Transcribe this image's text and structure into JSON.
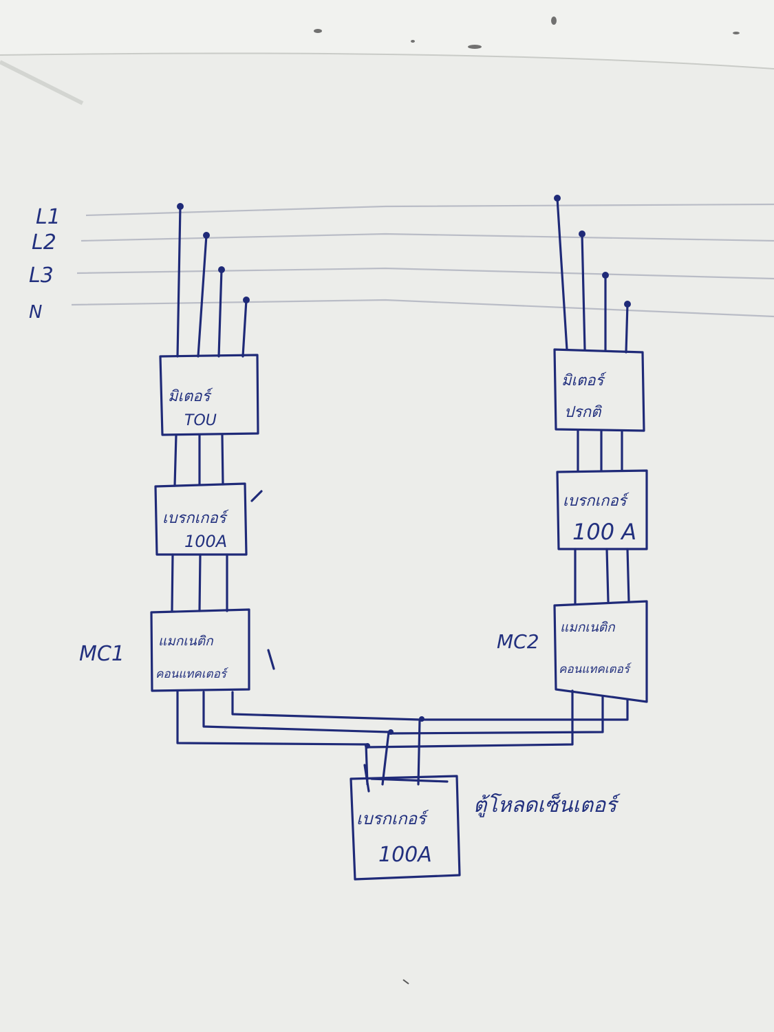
{
  "colors": {
    "paper": "#ecedea",
    "ruled_line": "#b9bcc6",
    "ink": "#1f2a78"
  },
  "bus_labels": [
    "L1",
    "L2",
    "L3",
    "N"
  ],
  "left_chain": {
    "meter": [
      "มิเตอร์",
      "TOU"
    ],
    "breaker": [
      "เบรกเกอร์",
      "100A"
    ],
    "contactor_id": "MC1",
    "contactor": [
      "แมกเนติก",
      "คอนแทคเตอร์"
    ]
  },
  "right_chain": {
    "meter": [
      "มิเตอร์",
      "ปรกติ"
    ],
    "breaker": [
      "เบรกเกอร์",
      "100 A"
    ],
    "contactor_id": "MC2",
    "contactor": [
      "แมกเนติก",
      "คอนแทคเตอร์"
    ]
  },
  "load": {
    "breaker": [
      "เบรกเกอร์",
      "100A"
    ],
    "cabinet_label": "ตู้โหลดเซ็นเตอร์"
  }
}
